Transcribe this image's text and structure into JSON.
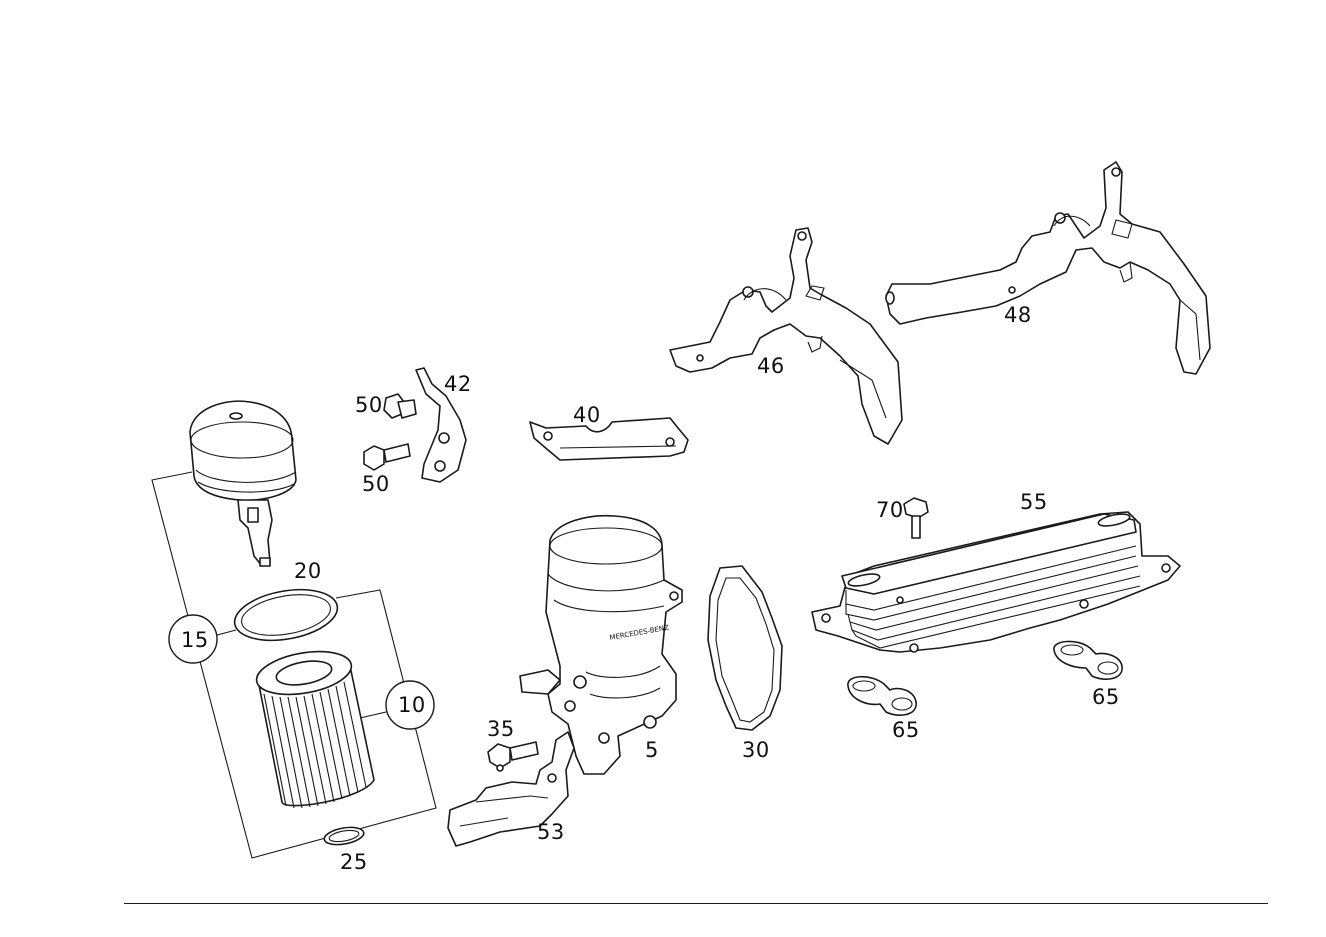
{
  "diagram": {
    "callouts": {
      "p5": "5",
      "p10": "10",
      "p15": "15",
      "p20": "20",
      "p25": "25",
      "p30": "30",
      "p35": "35",
      "p40": "40",
      "p42": "42",
      "p46": "46",
      "p48": "48",
      "p50a": "50",
      "p50b": "50",
      "p53": "53",
      "p55": "55",
      "p65a": "65",
      "p65b": "65",
      "p70": "70"
    },
    "housing_marking": "MERCEDES-BENZ"
  }
}
